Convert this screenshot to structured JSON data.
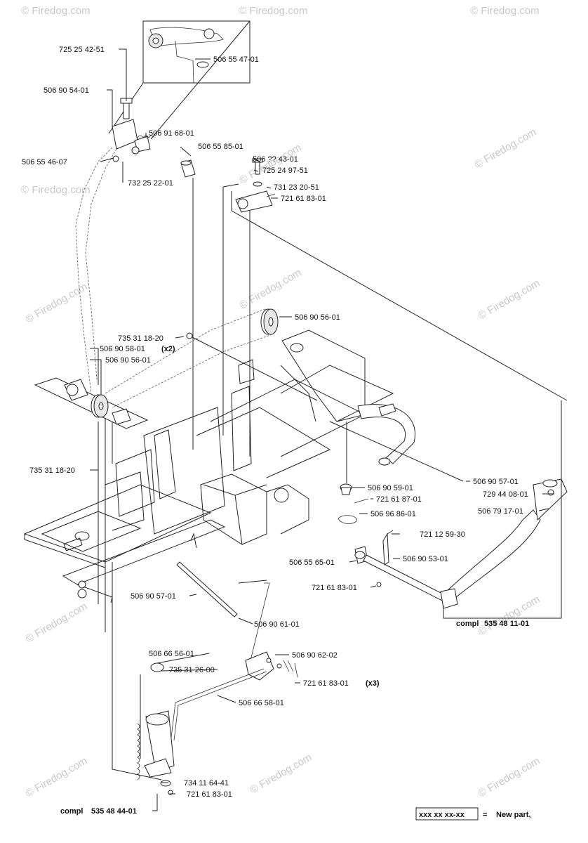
{
  "watermark": "© Firedog.com",
  "callouts": {
    "p725254251": "725 25 42-51",
    "p506554701": "506 55 47-01",
    "p506905401": "506 90 54-01",
    "p506916801": "506 91 68-01",
    "p506558501": "506 55 85-01",
    "p506554607": "506 55 46-07",
    "p732252201": "732 25 22-01",
    "p5066x4301": "506 ?? 43-01",
    "p725249751": "725 24 97-51",
    "p731232051": "731 23 20-51",
    "p721618301a": "721 61 83-01",
    "p506905601a": "506 90 56-01",
    "p735311820a": "735 31 18-20",
    "p506905801": "506 90 58-01",
    "x2": "(x2)",
    "p506905601b": "506 90 56-01",
    "p735311820b": "735 31 18-20",
    "p506905701a": "506 90 57-01",
    "p506905901": "506 90 59-01",
    "p729440801": "729 44 08-01",
    "p721618701": "721 61 87-01",
    "p506791701": "506 79 17-01",
    "p506968601": "506 96 86-01",
    "p721125930": "721 12 59-30",
    "p506556501": "506 55 65-01",
    "p506905301": "506 90 53-01",
    "p721618301b": "721 61 83-01",
    "compl1_prefix": "compl",
    "compl1_num": "535 48 11-01",
    "p506905701b": "506 90 57-01",
    "p506906101": "506 90 61-01",
    "p506665601": "506 66 56-01",
    "p506906202": "506 90 62-02",
    "p735312600": "735 31 26-00",
    "p721618301c": "721 61 83-01",
    "x3": "(x3)",
    "p506665801": "506 66 58-01",
    "p734116441": "734 11 64-41",
    "p721618301d": "721 61 83-01",
    "compl2_prefix": "compl",
    "compl2_num": "535 48 44-01"
  },
  "legend": {
    "box_text": "xxx xx xx-xx",
    "equals": "=",
    "meaning": "New part,"
  }
}
